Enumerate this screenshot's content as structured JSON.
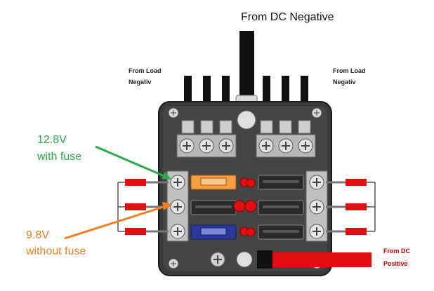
{
  "title": "From DC Negative",
  "left_load_label": {
    "line1": "From Load",
    "line2": "Negativ"
  },
  "right_load_label": {
    "line1": "From Load",
    "line2": "Negativ"
  },
  "positive_label": {
    "line1": "From DC",
    "line2": "Positive"
  },
  "with_fuse": {
    "voltage": "12.8V",
    "text": "with fuse"
  },
  "without_fuse": {
    "voltage": "9.8V",
    "text": "without fuse"
  },
  "colors": {
    "green": "#2ca84a",
    "orange": "#f07f24",
    "red_wire": "#e01010",
    "fuse_orange": "#f5a040",
    "fuse_blue": "#2a3a9a",
    "body": "#3a3a3a"
  }
}
